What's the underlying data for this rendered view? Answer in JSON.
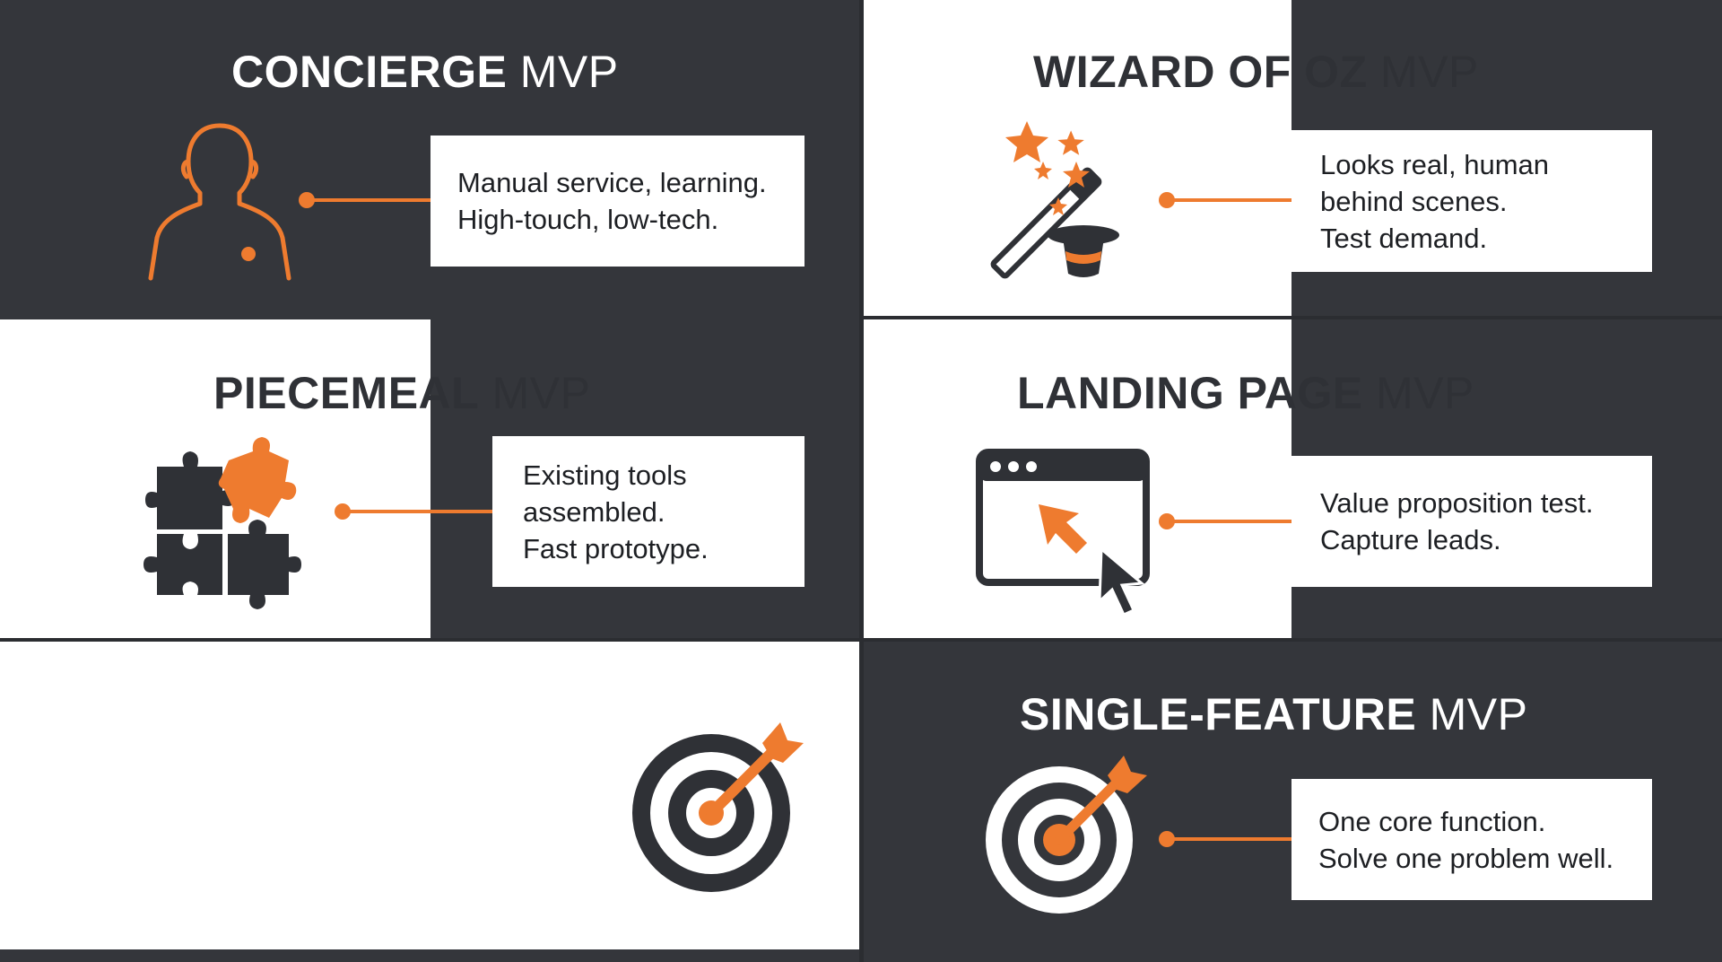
{
  "colors": {
    "accent": "#ee7b2f",
    "dark": "#34363b",
    "light": "#ffffff"
  },
  "cards": [
    {
      "title_bold": "CONCIERGE",
      "title_light": "MVP",
      "icon": "person-outline-icon",
      "lines": [
        "Manual service, learning.",
        "High-touch, low-tech."
      ]
    },
    {
      "title_bold": "WIZARD OF OZ",
      "title_light": "MVP",
      "icon": "magic-wand-hat-icon",
      "lines": [
        "Looks real, human",
        "behind scenes.",
        "Test demand."
      ]
    },
    {
      "title_bold": "PIECEMEAL",
      "title_light": "MVP",
      "icon": "puzzle-pieces-icon",
      "lines": [
        "Existing tools",
        "assembled.",
        "Fast prototype."
      ]
    },
    {
      "title_bold": "LANDING PAGE",
      "title_light": "MVP",
      "icon": "browser-cursor-icon",
      "lines": [
        "Value proposition test.",
        "Capture leads."
      ]
    },
    {
      "title_bold": "SINGLE-FEATURE",
      "title_light": "MVP",
      "icon": "target-arrow-icon",
      "lines": [
        "One core function.",
        "Solve one problem well."
      ]
    }
  ],
  "extra_icon": "target-arrow-icon"
}
